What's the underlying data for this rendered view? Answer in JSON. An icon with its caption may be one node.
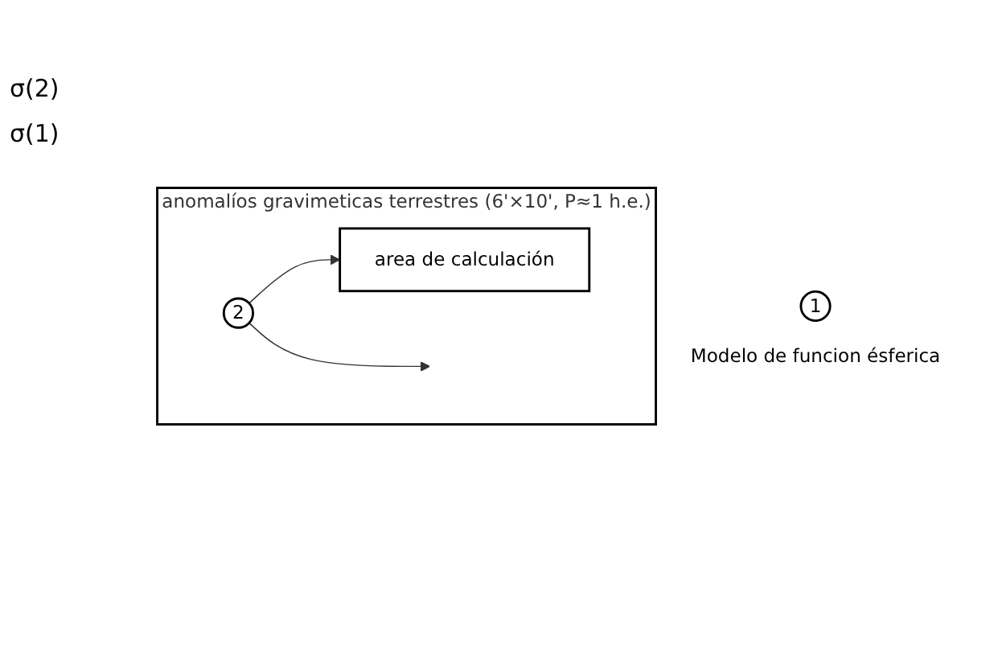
{
  "diagram": {
    "nodes": [
      {
        "text": [
          "anomalíos gravimeticas terrestres (6'×10', P≈1 h.e.)"
        ]
      },
      {
        "text": [
          "area de calculación"
        ],
        "in": 0
      },
      {
        "text": [
          "2"
        ],
        "in": 0
      },
      {
        "text": [
          "1"
        ],
        "beside": [
          "Modelo de funcion ésferica"
        ]
      }
    ],
    "edges": [
      {
        "from": 2,
        "to": null,
        "arrow": "to"
      },
      {
        "from": 2,
        "to": 1,
        "arrow": "to"
      }
    ],
    "labels": [
      "σ(2)",
      "σ(1)"
    ]
  }
}
